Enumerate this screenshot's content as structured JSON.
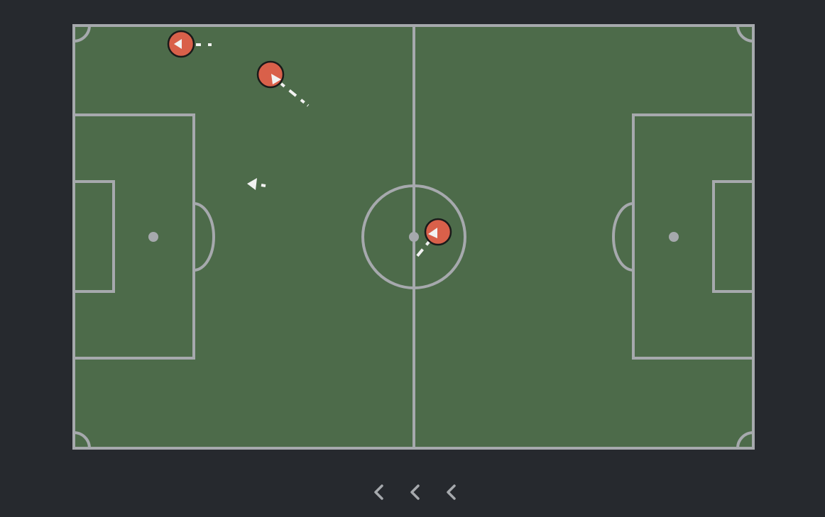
{
  "colors": {
    "background": "#26292e",
    "pitch": "#4d6b4a",
    "lines": "#a6a9ad",
    "player": "#d9604a",
    "player_outline": "#1a1a1a",
    "marker": "#f2f2f2",
    "chevron": "#a6a9ad"
  },
  "players": [
    {
      "id": "player-1",
      "heading": "left"
    },
    {
      "id": "player-2",
      "heading": "down-right"
    },
    {
      "id": "player-3",
      "heading": "down-left"
    }
  ],
  "ball_marker": {
    "id": "ball-marker",
    "heading": "left"
  },
  "navigation": {
    "icons": [
      "chevron-left-icon",
      "chevron-left-icon",
      "chevron-left-icon"
    ]
  }
}
